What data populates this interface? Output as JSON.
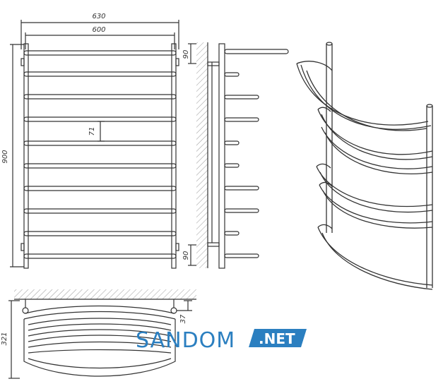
{
  "dimensions": {
    "outer_width": "630",
    "inner_width": "600",
    "height": "900",
    "spacing": "71",
    "top_offset": "90",
    "bottom_offset": "90",
    "depth": "321",
    "bracket_offset": "37"
  },
  "watermark": {
    "brand": "SANDOM",
    "tld": ".NET",
    "brand_color": "#2b7fc0",
    "badge_color": "#2b7fc0"
  }
}
